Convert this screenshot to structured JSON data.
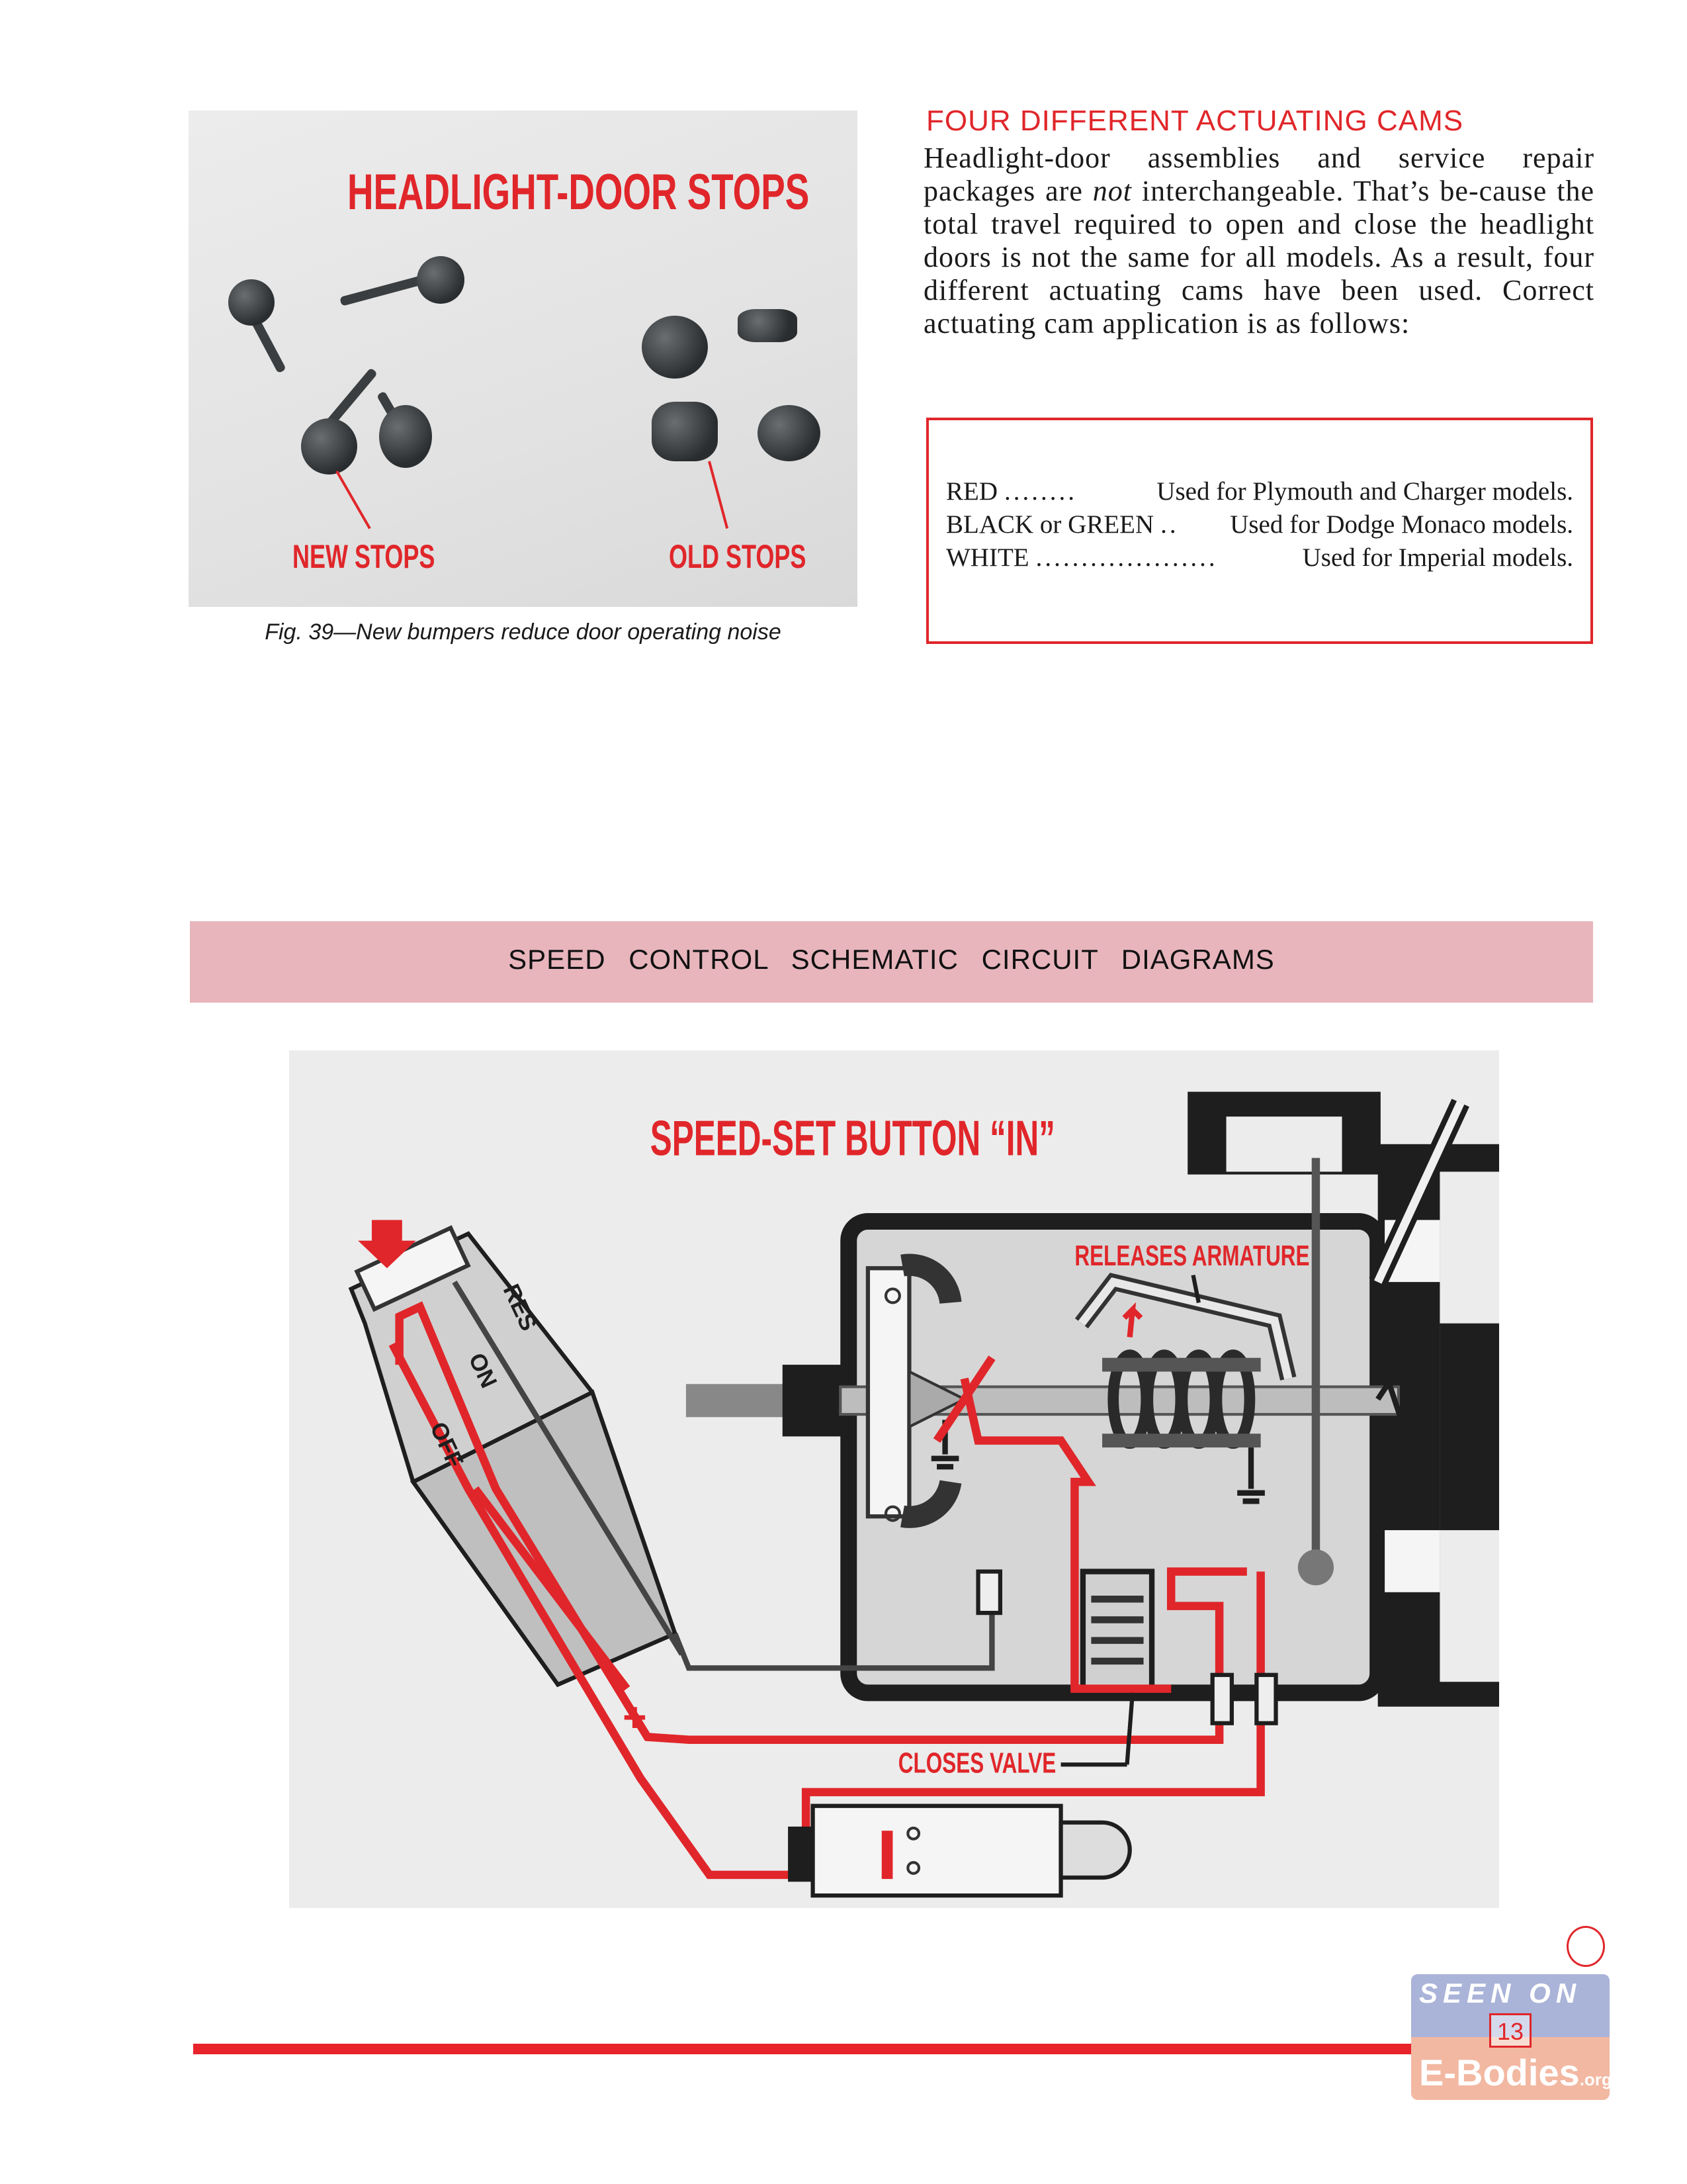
{
  "photo": {
    "title": "HEADLIGHT-DOOR STOPS",
    "label_new": "NEW STOPS",
    "label_old": "OLD STOPS",
    "caption": "Fig. 39—New bumpers reduce door operating noise"
  },
  "cams": {
    "heading": "FOUR DIFFERENT ACTUATING CAMS",
    "body_1": "Headlight-door assemblies and service repair packages are ",
    "body_em": "not",
    "body_2": " interchangeable. That’s be-cause the total travel required to open and close the headlight doors is not the same for all models. As a result, four different actuating cams have been used. Correct actuating cam application is as follows:",
    "rows": [
      {
        "color": "RED",
        "dots": "........",
        "usage": "Used for Plymouth and Charger models."
      },
      {
        "color": "BLACK or GREEN",
        "dots": "..",
        "usage": "Used for Dodge Monaco models."
      },
      {
        "color": "WHITE",
        "dots": "....................",
        "usage": "Used for Imperial models."
      }
    ]
  },
  "section": {
    "title": "SPEED CONTROL SCHEMATIC CIRCUIT DIAGRAMS"
  },
  "diagram": {
    "title": "SPEED-SET BUTTON “IN”",
    "releases": "RELEASES ARMATURE",
    "closes": "CLOSES VALVE",
    "res": "RES",
    "on": "ON",
    "off": "OFF",
    "plus": "+"
  },
  "logo": {
    "top": "SEEN ON",
    "page_number": "13",
    "bottom": "E-Bodies",
    "suffix": ".org"
  },
  "colors": {
    "accent_red": "#e0262a",
    "banner_pink": "#e8b5bd",
    "logo_blue": "#aab3d8",
    "logo_peach": "#f2b8a2"
  }
}
